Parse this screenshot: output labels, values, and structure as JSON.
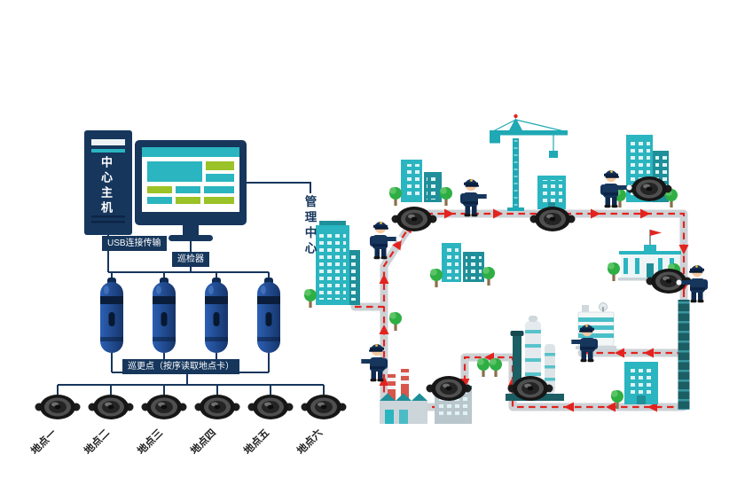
{
  "labels": {
    "host": "中心主机",
    "usb": "USB连接传输",
    "scanner": "巡检器",
    "patrol_points": "巡更点（按序读取地点卡）",
    "management": "管理中心"
  },
  "checkpoints": [
    "地点一",
    "地点二",
    "地点三",
    "地点四",
    "地点五",
    "地点六"
  ],
  "colors": {
    "navy": "#16365c",
    "teal": "#2ab5c0",
    "teal_dark": "#1f8f99",
    "green": "#9bc226",
    "red": "#e3231e",
    "rail": "#1b5e64",
    "road": "#ccd2d6",
    "tree": "#2fae44",
    "wand": "#1d4e9e"
  }
}
